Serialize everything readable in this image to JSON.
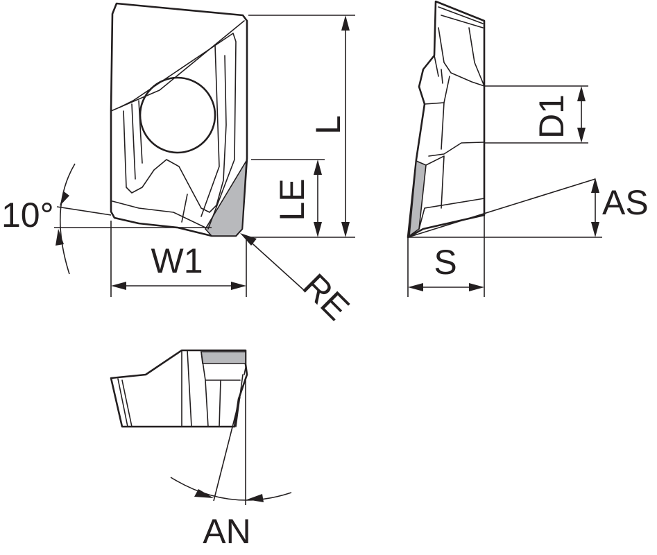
{
  "labels": {
    "angle": "10°",
    "w1": "W1",
    "l": "L",
    "le": "LE",
    "re": "RE",
    "d1": "D1",
    "as": "AS",
    "s": "S",
    "an": "AN"
  },
  "colors": {
    "line": "#231f20",
    "cutting_edge_fill": "#b8b9bc",
    "background": "#ffffff"
  }
}
